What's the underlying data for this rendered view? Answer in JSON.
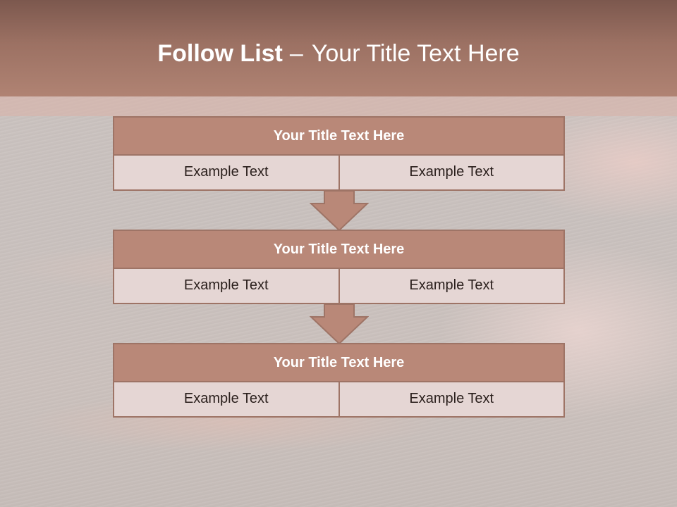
{
  "slide": {
    "title_bold": "Follow List",
    "title_dash": "–",
    "title_rest": "Your Title Text Here"
  },
  "cards": [
    {
      "title": "Your Title Text Here",
      "left": "Example Text",
      "right": "Example Text"
    },
    {
      "title": "Your Title Text Here",
      "left": "Example Text",
      "right": "Example Text"
    },
    {
      "title": "Your Title Text Here",
      "left": "Example Text",
      "right": "Example Text"
    }
  ],
  "colors": {
    "header": "#9c7163",
    "card_title_fill": "#b98878",
    "card_cell_fill": "#e5d6d4",
    "border": "#9e7466",
    "arrow_fill": "#b98878"
  }
}
